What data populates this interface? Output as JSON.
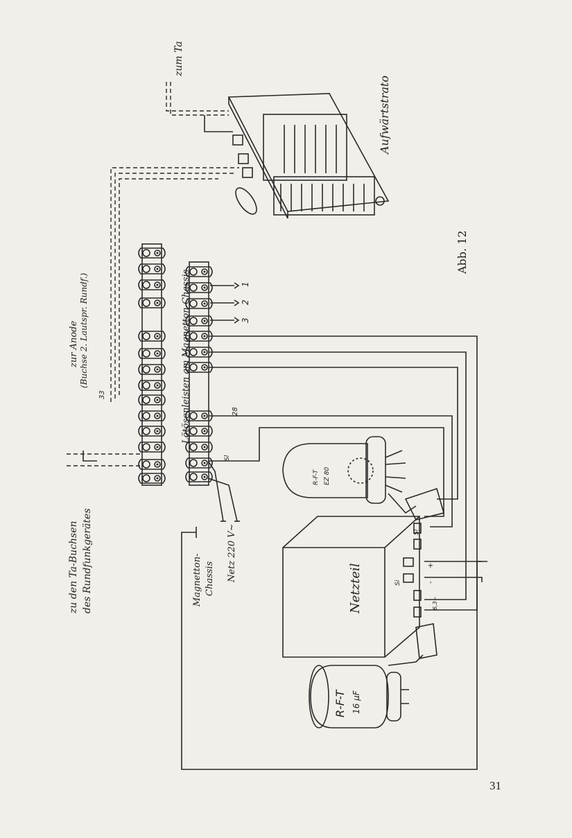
{
  "figure": {
    "caption": "Abb. 12",
    "page_number": "31"
  },
  "labels": {
    "zum_ta": "zum Ta",
    "aufwaertstrato": "Aufwärtstrato",
    "zur_anode_line1": "zur Anode",
    "zur_anode_line2": "(Buchse 2. Lautspr. Rundf.)",
    "loetoesenleisten": "Lötösenleisten am Magnetton-Chassis",
    "zu_den_ta_line1": "zu den Ta-Buchsen",
    "zu_den_ta_line2": "des Rundfunkgerätes",
    "magnetton_line1": "Magnetton-",
    "magnetton_line2": "Chassis",
    "netz": "Netz 220 V~",
    "netzteil": "Netzteil",
    "tube_brand": "R-F-T",
    "tube_type": "EZ 80",
    "cap_brand": "R-F-T",
    "cap_value": "16 µF",
    "terminal_33": "33",
    "terminal_28": "28",
    "terminal_1": "1",
    "terminal_2": "2",
    "terminal_3": "3",
    "si": "Si",
    "sl": "Sl",
    "sl_netzteil": "Sl",
    "plus": "+",
    "minus": "-",
    "v63": "6,3~"
  },
  "colors": {
    "paper": "#f1efe9",
    "ink": "#2a2a2a"
  }
}
